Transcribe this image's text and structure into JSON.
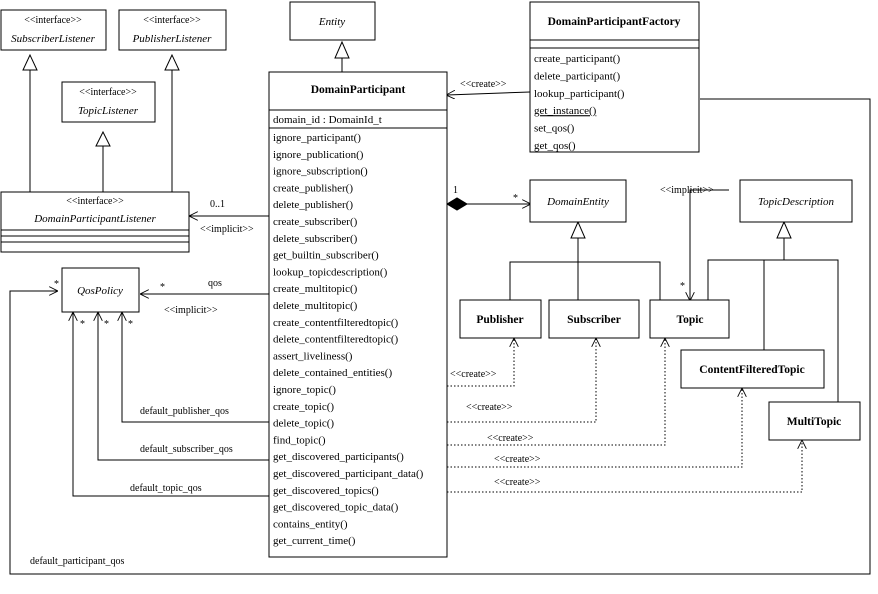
{
  "classes": {
    "subscriber_listener": {
      "stereotype": "<<interface>>",
      "name": "SubscriberListener"
    },
    "publisher_listener": {
      "stereotype": "<<interface>>",
      "name": "PublisherListener"
    },
    "topic_listener": {
      "stereotype": "<<interface>>",
      "name": "TopicListener"
    },
    "dp_listener": {
      "stereotype": "<<interface>>",
      "name": "DomainParticipantListener"
    },
    "entity": {
      "name": "Entity"
    },
    "domain_participant": {
      "name": "DomainParticipant",
      "attribute": "domain_id : DomainId_t",
      "operations": [
        "ignore_participant()",
        "ignore_publication()",
        "ignore_subscription()",
        "create_publisher()",
        "delete_publisher()",
        "create_subscriber()",
        "delete_subscriber()",
        "get_builtin_subscriber()",
        "lookup_topicdescription()",
        "create_multitopic()",
        "delete_multitopic()",
        "create_contentfilteredtopic()",
        "delete_contentfilteredtopic()",
        "assert_liveliness()",
        "delete_contained_entities()",
        "ignore_topic()",
        "create_topic()",
        "delete_topic()",
        "find_topic()",
        "get_discovered_participants()",
        "get_discovered_participant_data()",
        "get_discovered_topics()",
        "get_discovered_topic_data()",
        "contains_entity()",
        "get_current_time()"
      ]
    },
    "factory": {
      "name": "DomainParticipantFactory",
      "operations": [
        "create_participant()",
        "delete_participant()",
        "lookup_participant()",
        "get_instance()",
        "set_qos()",
        "get_qos()"
      ]
    },
    "qos_policy": {
      "name": "QosPolicy"
    },
    "domain_entity": {
      "name": "DomainEntity"
    },
    "topic_description": {
      "name": "TopicDescription"
    },
    "publisher": {
      "name": "Publisher"
    },
    "subscriber": {
      "name": "Subscriber"
    },
    "topic": {
      "name": "Topic"
    },
    "content_filtered_topic": {
      "name": "ContentFilteredTopic"
    },
    "multi_topic": {
      "name": "MultiTopic"
    }
  },
  "labels": {
    "create_factory": "<<create>>",
    "implicit_listener": "<<implicit>>",
    "listener_mult": "0..1",
    "qos": "qos",
    "qos_mult": "*",
    "implicit_qos": "<<implicit>>",
    "comp_one": "1",
    "comp_many": "*",
    "implicit_topic": "<<implicit>>",
    "topic_mult": "*",
    "create_pub": "<<create>>",
    "create_sub": "<<create>>",
    "create_topic": "<<create>>",
    "create_cft": "<<create>>",
    "create_multi": "<<create>>",
    "default_publisher_qos": "default_publisher_qos",
    "default_subscriber_qos": "default_subscriber_qos",
    "default_topic_qos": "default_topic_qos",
    "default_participant_qos": "default_participant_qos",
    "star_a": "*",
    "star_b": "*",
    "star_c": "*",
    "star_d": "*"
  }
}
